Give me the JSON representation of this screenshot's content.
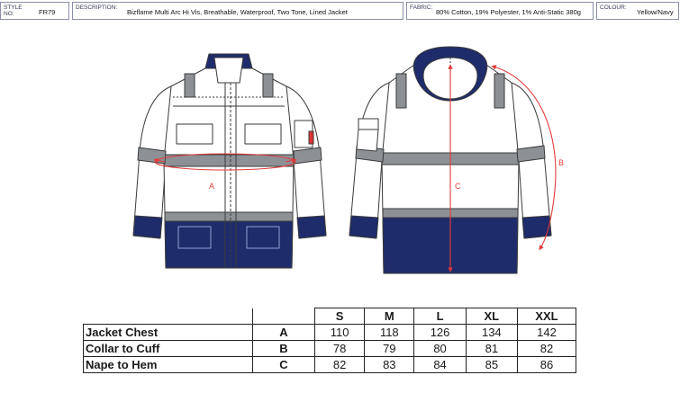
{
  "header": {
    "style_label": "STYLE NO:",
    "style_value": "FR79",
    "description_label": "DESCRIPTION:",
    "description_value": "Bizflame Multi Arc Hi Vis, Breathable, Waterproof, Two Tone, Lined Jacket",
    "fabric_label": "FABRIC:",
    "fabric_value": "80% Cotton, 19% Polyester, 1% Anti-Static 380g",
    "colour_label": "COLOUR:",
    "colour_value": "Yellow/Navy"
  },
  "drawing": {
    "labels": {
      "a": "A",
      "b": "B",
      "c": "C"
    },
    "colors": {
      "navy": "#1f2c6b",
      "reflective": "#8d9196",
      "outline": "#3a3a3a",
      "arrow": "#e23b3b"
    }
  },
  "size_table": {
    "sizes": [
      "S",
      "M",
      "L",
      "XL",
      "XXL"
    ],
    "rows": [
      {
        "measurement": "Jacket Chest",
        "code": "A",
        "values": [
          "110",
          "118",
          "126",
          "134",
          "142"
        ]
      },
      {
        "measurement": "Collar to Cuff",
        "code": "B",
        "values": [
          "78",
          "79",
          "80",
          "81",
          "82"
        ]
      },
      {
        "measurement": "Nape to Hem",
        "code": "C",
        "values": [
          "82",
          "83",
          "84",
          "85",
          "86"
        ]
      }
    ]
  }
}
